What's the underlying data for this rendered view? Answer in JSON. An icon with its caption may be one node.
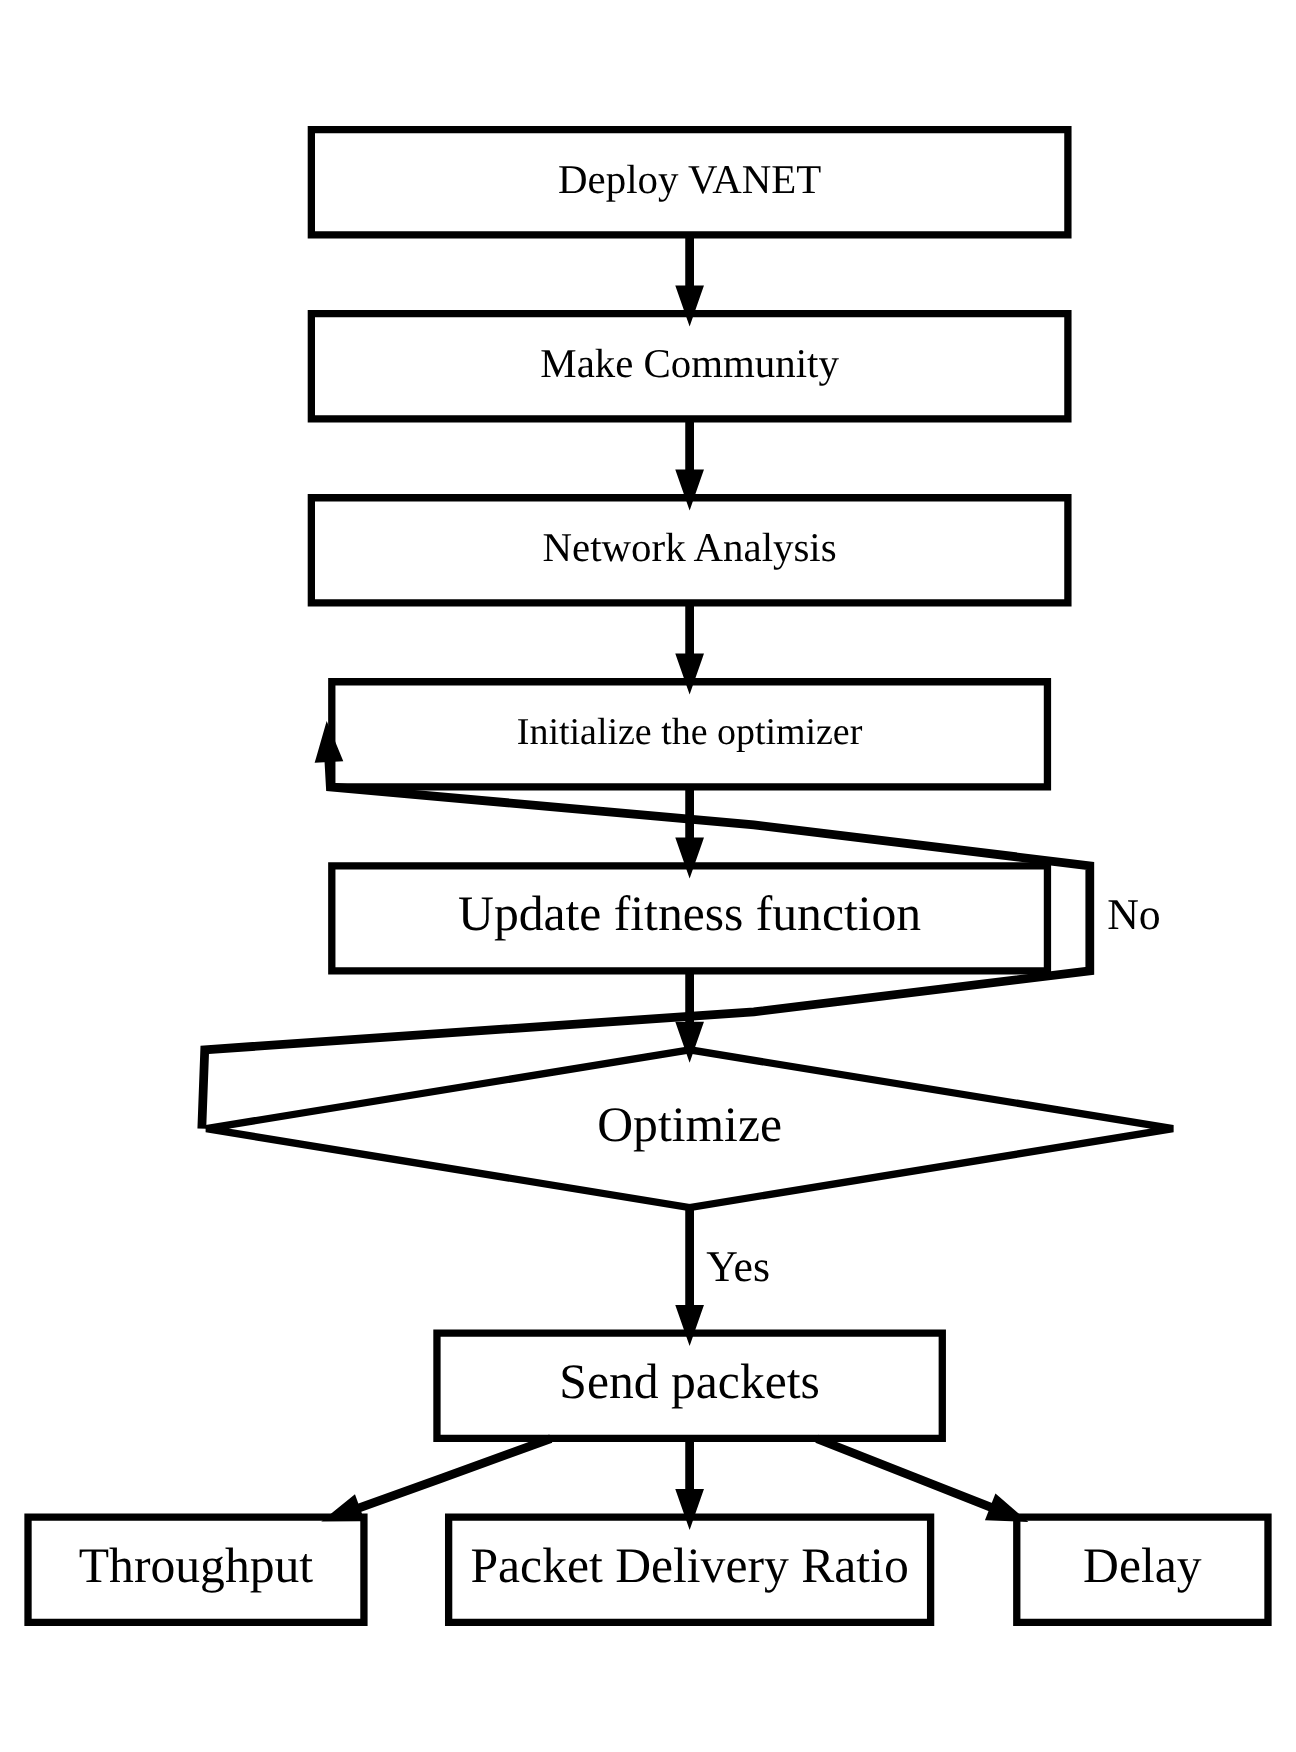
{
  "diagram": {
    "nodes": [
      {
        "text": [
          "Deploy VANET"
        ]
      },
      {
        "text": [
          "Make Community"
        ]
      },
      {
        "text": [
          "Network Analysis"
        ]
      },
      {
        "text": [
          "Initialize the optimizer"
        ]
      },
      {
        "text": [
          "Update fitness function"
        ]
      },
      {
        "text": [
          "Optimize"
        ]
      },
      {
        "text": [
          "Send packets"
        ]
      },
      {
        "text": [
          "Throughput"
        ]
      },
      {
        "text": [
          "Packet Delivery Ratio"
        ]
      },
      {
        "text": [
          "Delay"
        ]
      }
    ],
    "edges": [
      {
        "from": 0,
        "to": 1,
        "arrow": "to"
      },
      {
        "from": 1,
        "to": 2,
        "arrow": "to"
      },
      {
        "from": 2,
        "to": 3,
        "arrow": "to"
      },
      {
        "from": 3,
        "to": 4,
        "arrow": "to"
      },
      {
        "from": 4,
        "to": 5,
        "arrow": "to"
      },
      {
        "from": 5,
        "to": 3,
        "arrow": "to",
        "label": "No"
      },
      {
        "from": 5,
        "to": 6,
        "arrow": "to",
        "label": "Yes"
      },
      {
        "from": 6,
        "to": 7,
        "arrow": "to"
      },
      {
        "from": 6,
        "to": 8,
        "arrow": "to"
      },
      {
        "from": 6,
        "to": 9,
        "arrow": "to"
      }
    ]
  }
}
